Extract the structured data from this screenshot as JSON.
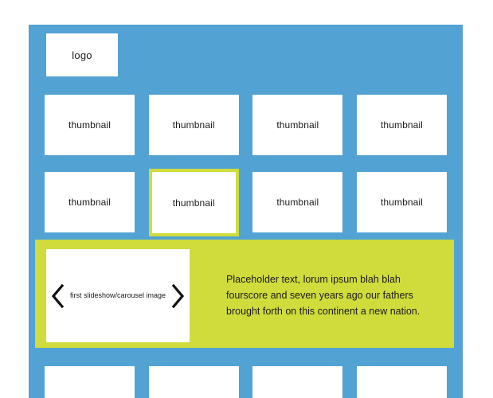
{
  "colors": {
    "page_background": "#ffffff",
    "panel_blue": "#52a3d4",
    "accent_green": "#cfdc3c",
    "box_white": "#ffffff",
    "text": "#1a1a1a"
  },
  "header": {
    "logo_label": "logo"
  },
  "thumbnail_rows": [
    {
      "row_name": "thumbnail-row-1",
      "items": [
        {
          "label": "thumbnail",
          "selected": false
        },
        {
          "label": "thumbnail",
          "selected": false
        },
        {
          "label": "thumbnail",
          "selected": false
        },
        {
          "label": "thumbnail",
          "selected": false
        }
      ]
    },
    {
      "row_name": "thumbnail-row-2",
      "items": [
        {
          "label": "thumbnail",
          "selected": false
        },
        {
          "label": "thumbnail",
          "selected": true
        },
        {
          "label": "thumbnail",
          "selected": false
        },
        {
          "label": "thumbnail",
          "selected": false
        }
      ]
    }
  ],
  "carousel": {
    "caption": "first slideshow/carousel image",
    "prev_icon": "chevron-left-icon",
    "next_icon": "chevron-right-icon",
    "body_text": "Placeholder text, lorum ipsum blah blah fourscore and seven years ago our fathers brought forth on this continent a new nation."
  },
  "bottom_row": {
    "items": [
      {
        "label": ""
      },
      {
        "label": ""
      },
      {
        "label": ""
      },
      {
        "label": ""
      }
    ]
  }
}
